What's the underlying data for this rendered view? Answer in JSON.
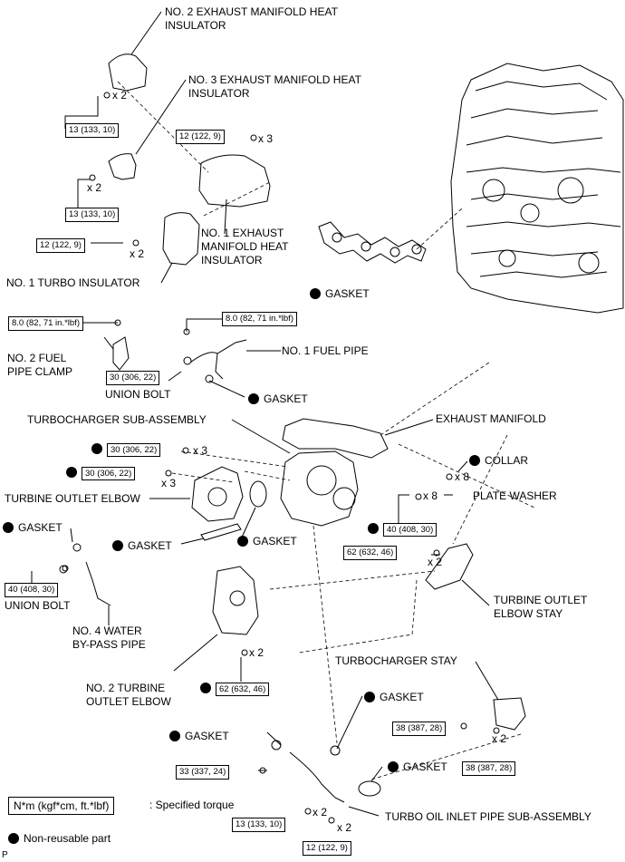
{
  "labels": {
    "heat_insulator_2": [
      "NO. 2 EXHAUST MANIFOLD HEAT",
      "INSULATOR"
    ],
    "heat_insulator_3": [
      "NO. 3 EXHAUST MANIFOLD HEAT",
      "INSULATOR"
    ],
    "heat_insulator_1": [
      "NO. 1 EXHAUST",
      "MANIFOLD HEAT",
      "INSULATOR"
    ],
    "turbo_insulator_1": "NO. 1 TURBO INSULATOR",
    "gasket_manifold": "GASKET",
    "fuel_pipe_clamp_2": [
      "NO. 2 FUEL",
      "PIPE CLAMP"
    ],
    "fuel_pipe_1": "NO. 1 FUEL PIPE",
    "union_bolt_1": "UNION BOLT",
    "gasket_fuel": "GASKET",
    "turbocharger_sub_assembly": "TURBOCHARGER SUB-ASSEMBLY",
    "exhaust_manifold": "EXHAUST MANIFOLD",
    "collar": "COLLAR",
    "plate_washer": "PLATE WASHER",
    "turbine_outlet_elbow": "TURBINE OUTLET ELBOW",
    "gasket_water": "GASKET",
    "gasket_elbow_a": "GASKET",
    "gasket_elbow_b": "GASKET",
    "union_bolt_2": "UNION BOLT",
    "water_bypass_pipe_4": [
      "NO. 4 WATER",
      "BY-PASS PIPE"
    ],
    "turbine_outlet_elbow_stay": [
      "TURBINE OUTLET",
      "ELBOW STAY"
    ],
    "turbine_outlet_elbow_2": [
      "NO. 2 TURBINE",
      "OUTLET ELBOW"
    ],
    "turbocharger_stay": "TURBOCHARGER STAY",
    "gasket_oil_a": "GASKET",
    "gasket_oil_b": "GASKET",
    "gasket_oil_c": "GASKET",
    "turbo_oil_inlet_pipe": "TURBO OIL INLET PIPE SUB-ASSEMBLY"
  },
  "torques": {
    "t_insul2": "13 (133, 10)",
    "t_insul1": "12 (122, 9)",
    "t_insul3": "13 (133, 10)",
    "t_turbo_ins": "12 (122, 9)",
    "t_clamp": "8.0 (82, 71 in.*lbf)",
    "t_fuelpipe": "8.0 (82, 71 in.*lbf)",
    "t_union1": "30 (306, 22)",
    "t_elbow_a": "30 (306, 22)",
    "t_elbow_b": "30 (306, 22)",
    "t_manifold": "40 (408, 30)",
    "t_stay": "62 (632, 46)",
    "t_union2": "40 (408, 30)",
    "t_elbow2": "62 (632, 46)",
    "t_tstay_a": "38 (387, 28)",
    "t_tstay_b": "38 (387, 28)",
    "t_oil_a": "33 (337, 24)",
    "t_oil_b": "13 (133, 10)",
    "t_oil_c": "12 (122, 9)"
  },
  "quantities": {
    "q_insul2": "x 2",
    "q_insul1": "x 3",
    "q_insul3": "x 2",
    "q_turbo_ins": "x 2",
    "q_elbow_a": "x 3",
    "q_elbow_b": "x 3",
    "q_collar": "x 8",
    "q_washer": "x 8",
    "q_stay": "x 2",
    "q_elbow2": "x 2",
    "q_tstay": "x 2",
    "q_oil_b": "x 2",
    "q_oil_c": "x 2"
  },
  "legend": {
    "torque_box": "N*m (kgf*cm, ft.*lbf)",
    "torque_text": ": Specified torque",
    "nonreusable_text": "Non-reusable part"
  },
  "corner_mark": "P"
}
